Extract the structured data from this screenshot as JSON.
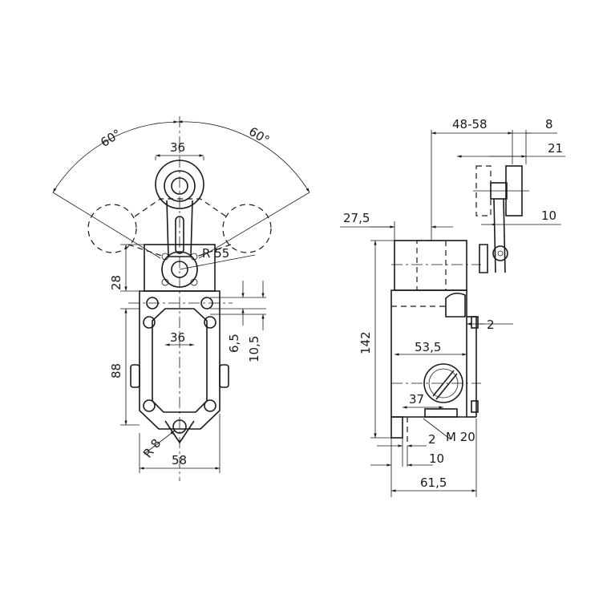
{
  "front_view": {
    "angle_left": "60°",
    "angle_right": "60°",
    "roller_width": "36",
    "radius_arm": "R 55",
    "dim_28": "28",
    "dim_88": "88",
    "dim_36_inner": "36",
    "dim_6_5": "6,5",
    "dim_10_5": "10,5",
    "radius_8": "R 8",
    "base_width": "58"
  },
  "side_view": {
    "dim_48_58": "48-58",
    "dim_8": "8",
    "dim_21": "21",
    "dim_27_5": "27,5",
    "dim_10_top": "10",
    "dim_142": "142",
    "dim_2_right": "2",
    "dim_53_5": "53,5",
    "dim_37": "37",
    "thread": "M 20",
    "dim_2_bottom": "2",
    "dim_10_bottom": "10",
    "dim_61_5": "61,5"
  }
}
